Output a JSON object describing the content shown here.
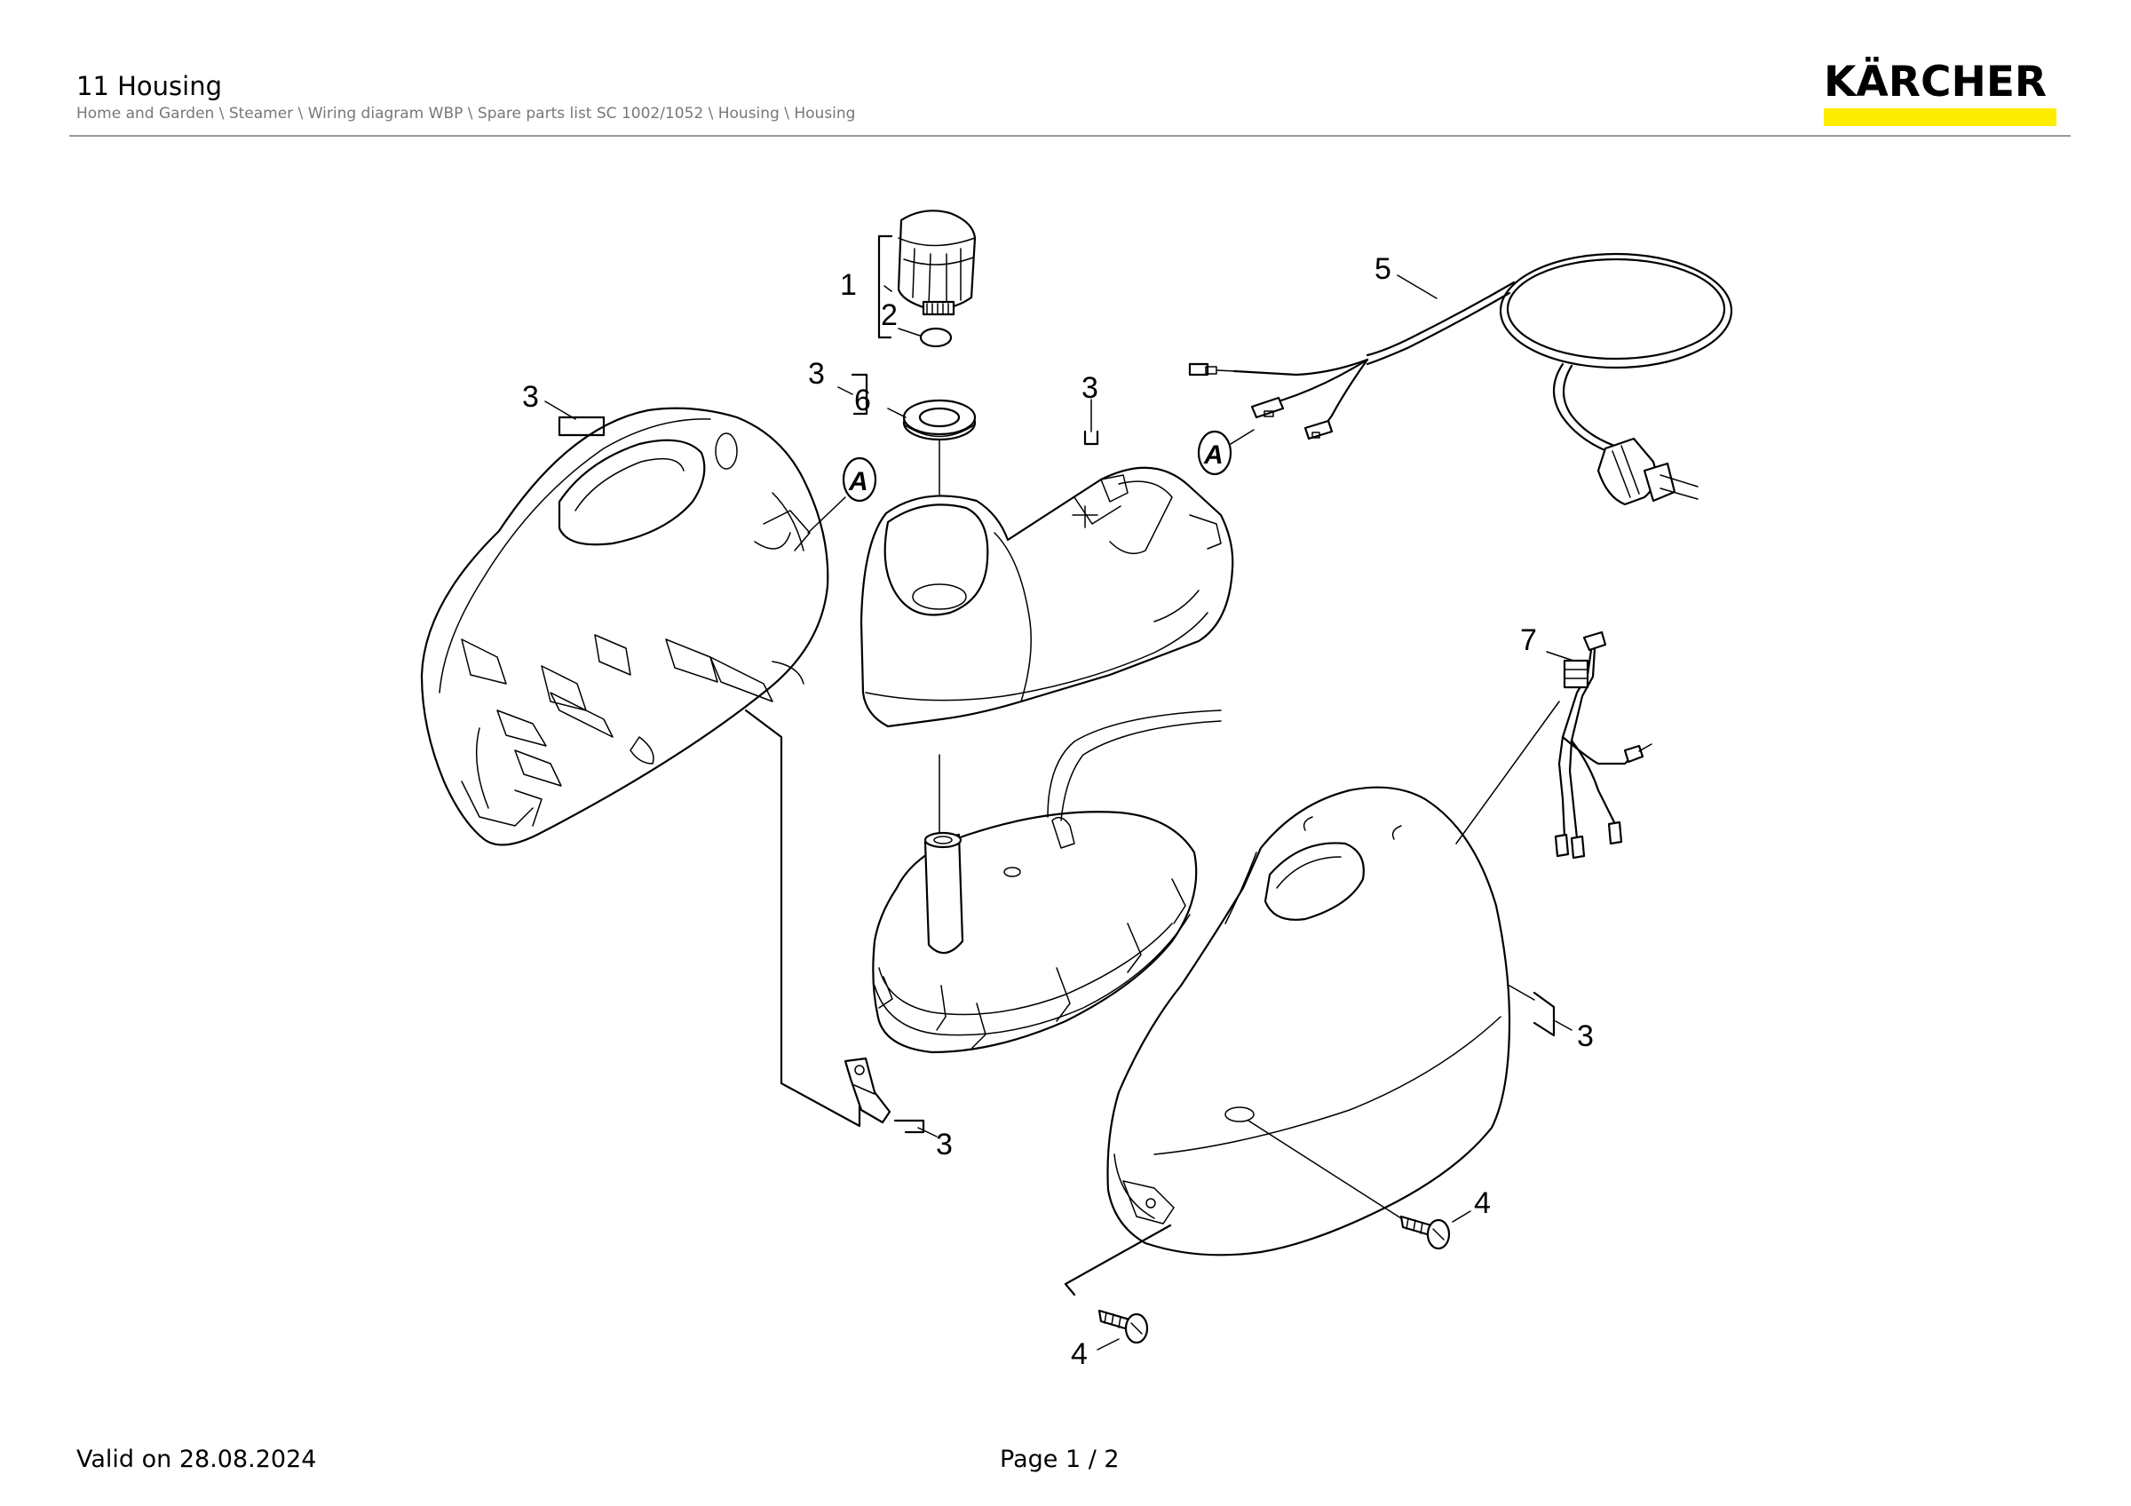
{
  "header": {
    "title": "11 Housing",
    "breadcrumb": "Home and Garden \\ Steamer \\ Wiring diagram WBP \\ Spare parts list SC 1002/1052 \\ Housing \\ Housing"
  },
  "brand": {
    "logo_text": "KÄRCHER",
    "accent_color": "#ffed00"
  },
  "diagram": {
    "callouts": [
      "1",
      "2",
      "3",
      "6",
      "3",
      "3",
      "5",
      "7",
      "3",
      "3",
      "4",
      "4"
    ],
    "reference_marks": [
      "A",
      "A"
    ]
  },
  "footer": {
    "valid": "Valid on 28.08.2024",
    "page": "Page 1 / 2"
  }
}
